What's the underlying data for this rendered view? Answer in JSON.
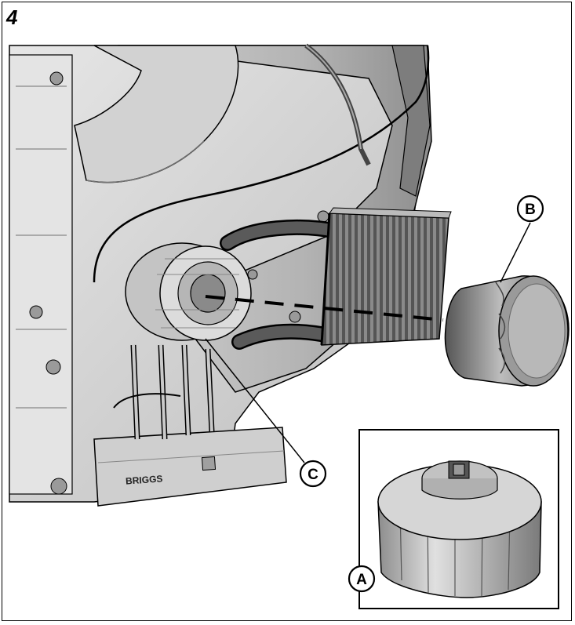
{
  "figure": {
    "number": "4"
  },
  "callouts": {
    "a": "A",
    "b": "B",
    "c": "C"
  },
  "engine": {
    "nameplate": "BRIGGS"
  },
  "colors": {
    "outline": "#000000",
    "light_gray": "#d9d9d9",
    "mid_gray": "#a8a8a8",
    "dark_gray": "#5a5a5a"
  }
}
